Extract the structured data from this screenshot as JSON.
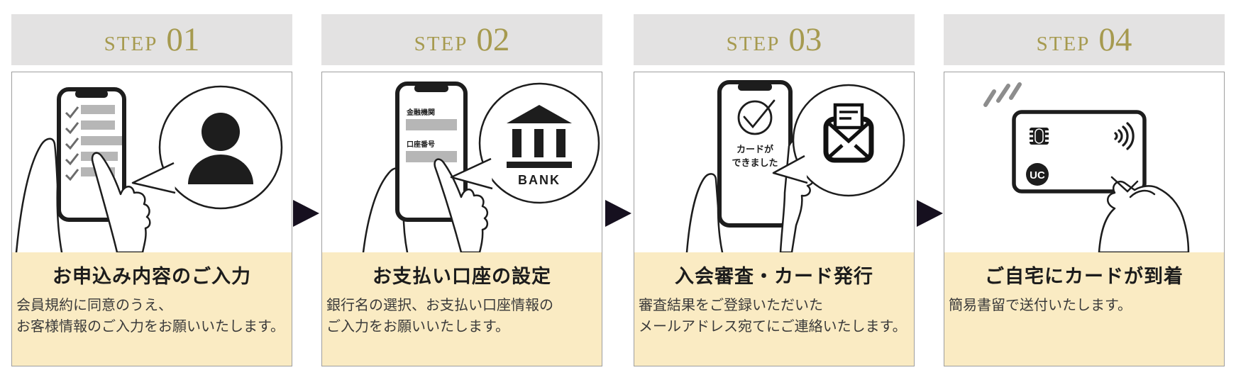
{
  "colors": {
    "accent_gold": "#a69a4f",
    "header_gray": "#e3e2e2",
    "caption_cream": "#faebc3",
    "arrow_black": "#16101f",
    "line_art": "#1d1d1d",
    "bar_gray": "#b6b6b6",
    "sparkle_gray": "#8d8d8d"
  },
  "steps": [
    {
      "label": "STEP",
      "number": "01",
      "title": "お申込み内容のご入力",
      "desc_line1": "会員規約に同意のうえ、",
      "desc_line2": "お客様情報のご入力をお願いいたします。"
    },
    {
      "label": "STEP",
      "number": "02",
      "title": "お支払い口座の設定",
      "desc_line1": "銀行名の選択、お支払い口座情報の",
      "desc_line2": "ご入力をお願いいたします。"
    },
    {
      "label": "STEP",
      "number": "03",
      "title": "入会審査・カード発行",
      "desc_line1": "審査結果をご登録いただいた",
      "desc_line2": "メールアドレス宛てにご連絡いたします。"
    },
    {
      "label": "STEP",
      "number": "04",
      "title": "ご自宅にカードが到着",
      "desc_line1": "簡易書留で送付いたします。",
      "desc_line2": ""
    }
  ],
  "phone_screens": {
    "step2": {
      "field1_label": "金融機関",
      "field2_label": "口座番号"
    },
    "step3": {
      "message_line1": "カードが",
      "message_line2": "できました"
    }
  },
  "icons": {
    "bank_label": "BANK",
    "card_brand_label": "UC"
  }
}
